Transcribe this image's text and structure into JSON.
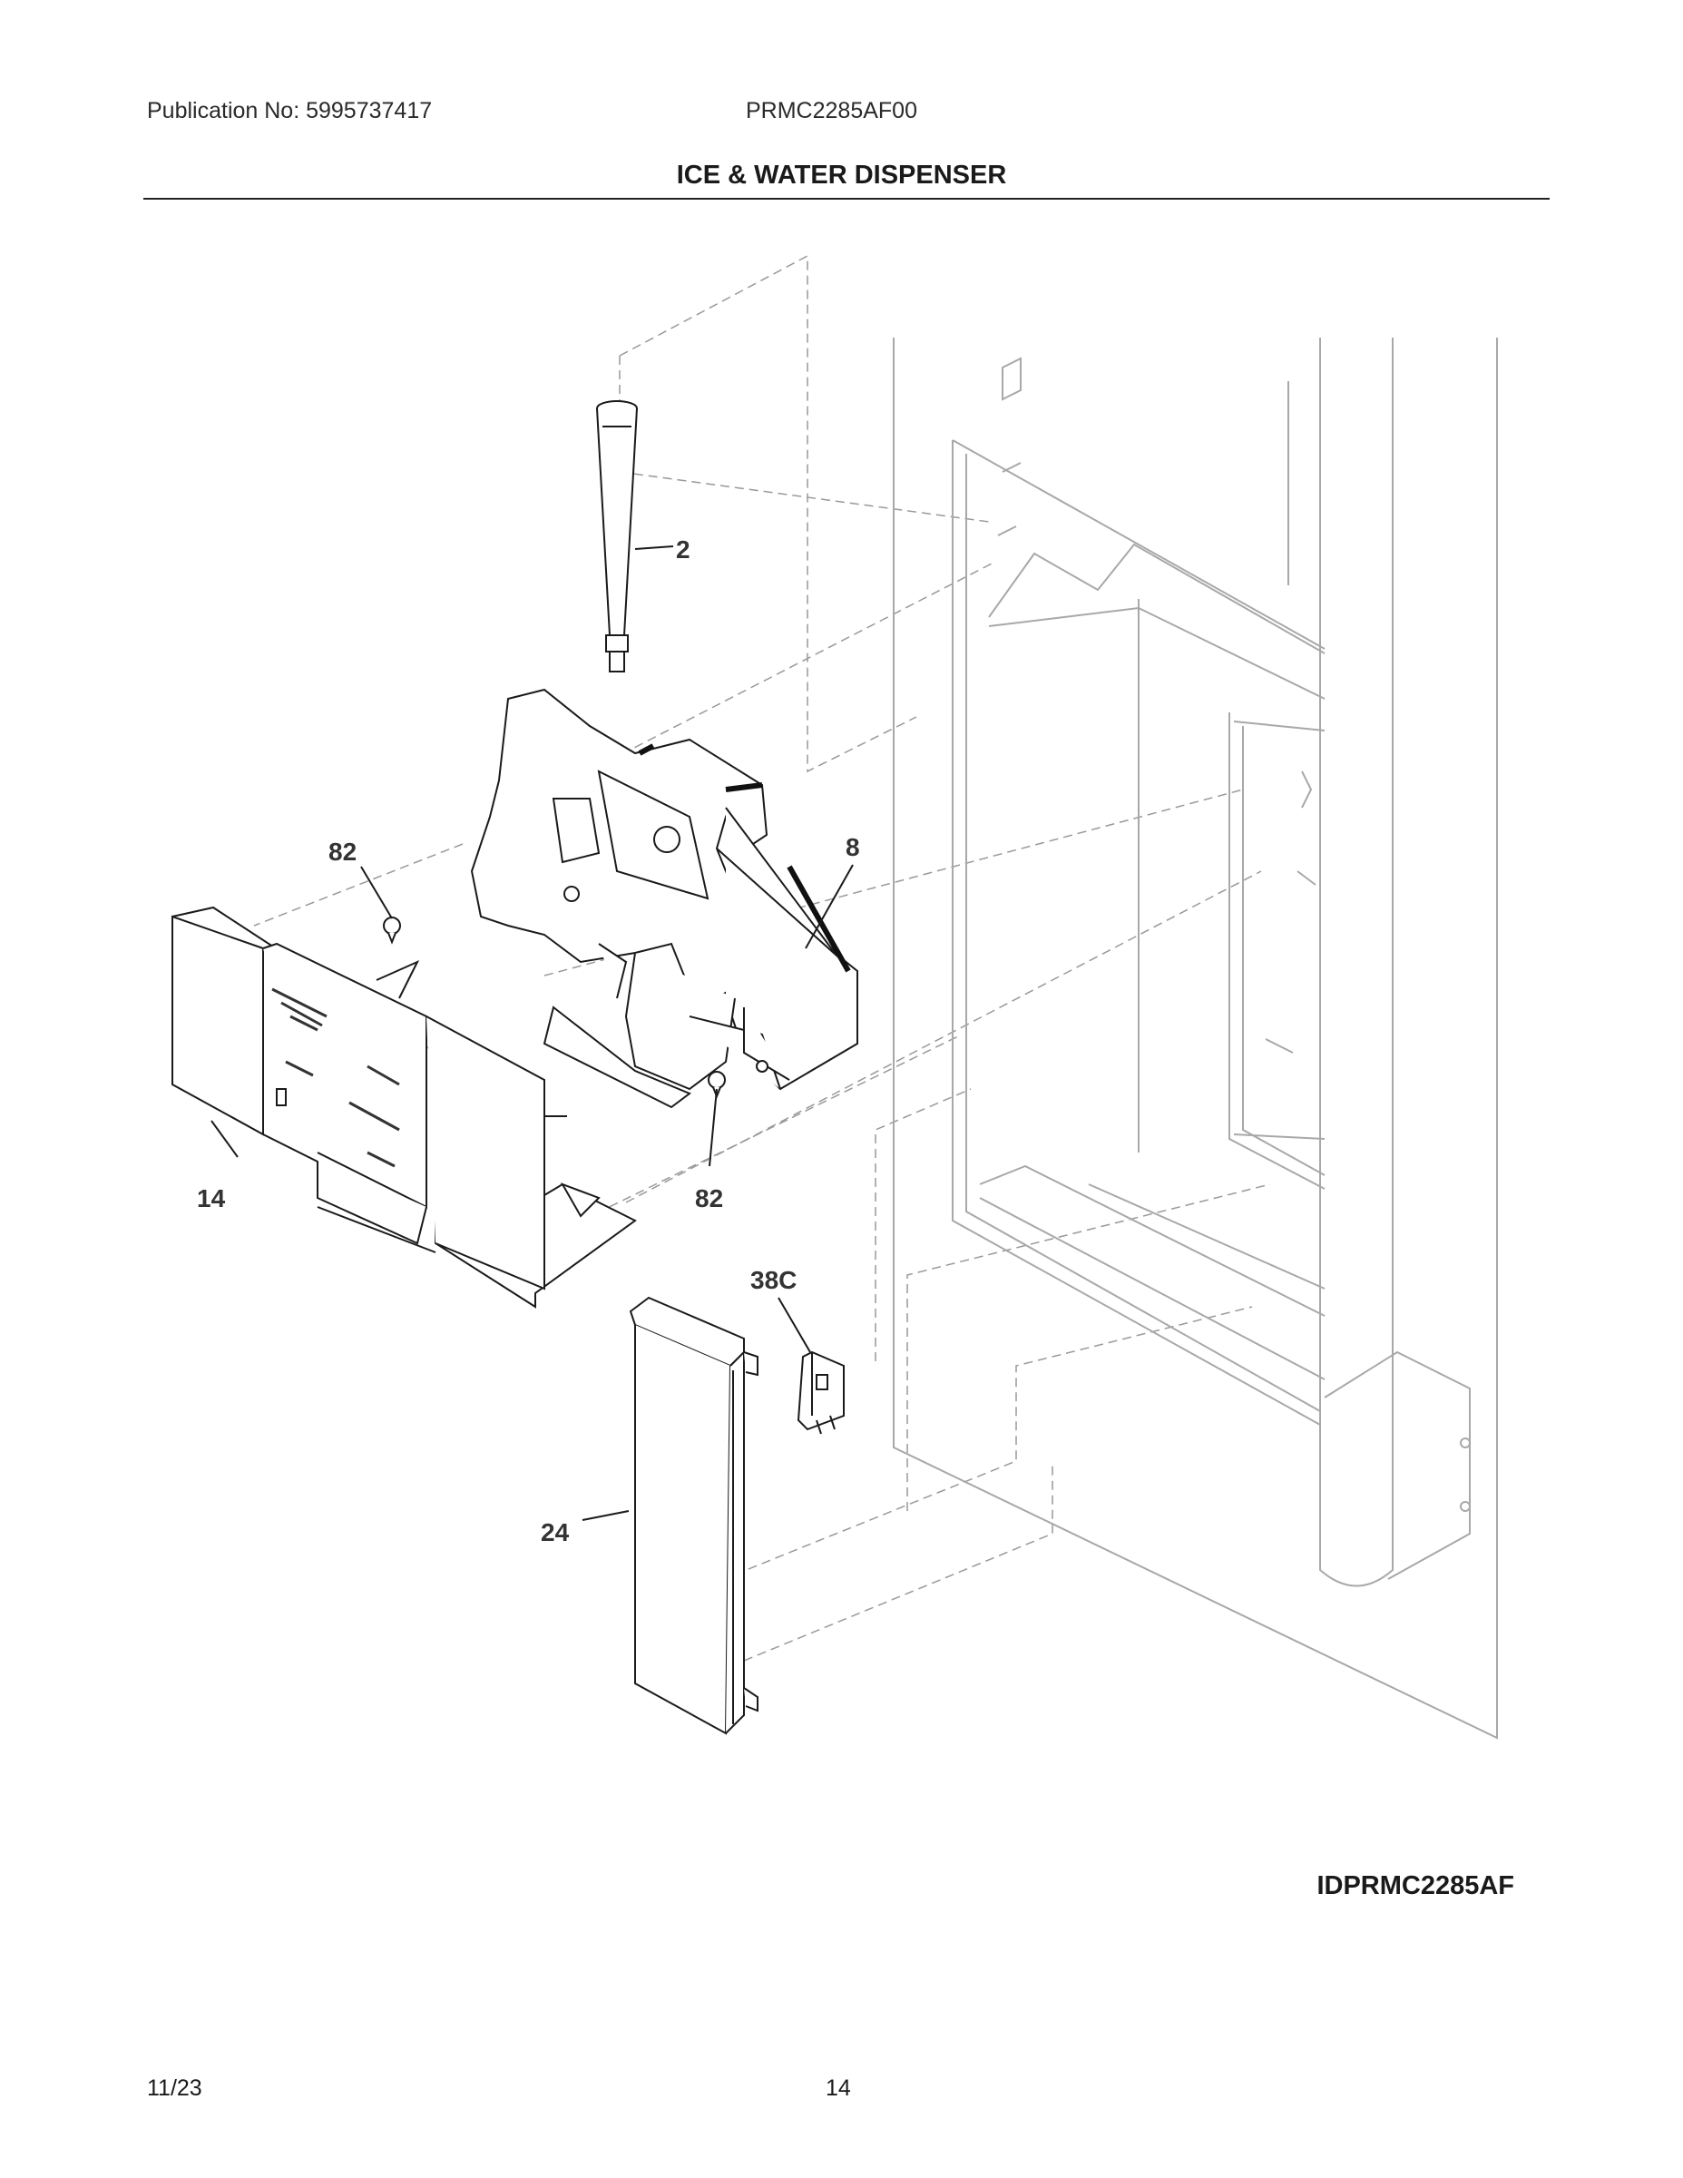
{
  "header": {
    "publication": "Publication No: 5995737417",
    "model": "PRMC2285AF00",
    "title": "ICE & WATER DISPENSER"
  },
  "callouts": {
    "c2": "2",
    "c8": "8",
    "c82a": "82",
    "c82b": "82",
    "c14": "14",
    "c38c": "38C",
    "c24": "24"
  },
  "diagram_id": "IDPRMC2285AF",
  "footer": {
    "date": "11/23",
    "page": "14"
  }
}
